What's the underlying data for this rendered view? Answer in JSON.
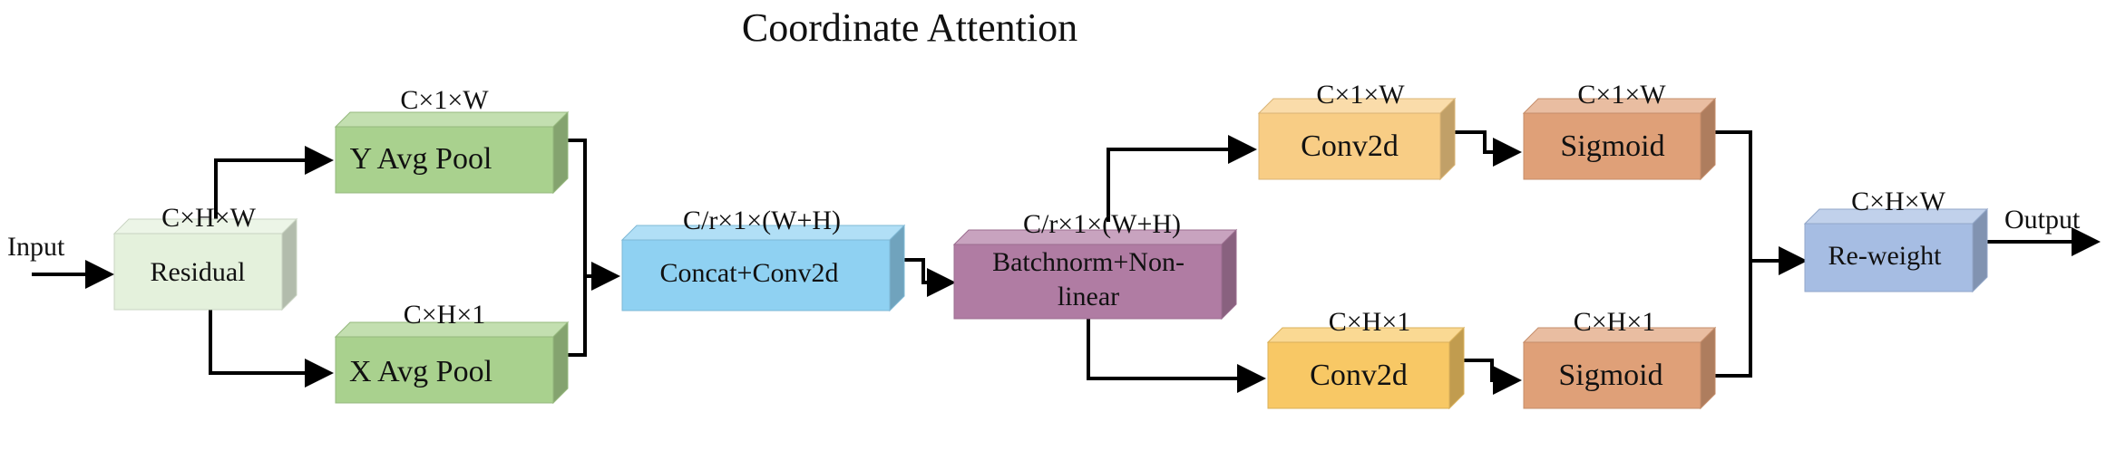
{
  "title": "Coordinate Attention",
  "input_label": "Input",
  "output_label": "Output",
  "blocks": {
    "residual": {
      "label": "Residual",
      "dims": "C×H×W",
      "color": "#e4f1dc"
    },
    "y_pool": {
      "label": "Y Avg Pool",
      "dims": "C×1×W",
      "color": "#a9d18e"
    },
    "x_pool": {
      "label": "X Avg Pool",
      "dims": "C×H×1",
      "color": "#a9d18e"
    },
    "concat": {
      "label": "Concat+Conv2d",
      "dims": "C/r×1×(W+H)",
      "color": "#8fd1f2"
    },
    "batchnorm": {
      "label1": "Batchnorm+Non-",
      "label2": "linear",
      "dims": "C/r×1×(W+H)",
      "color": "#b07ca3"
    },
    "conv_top": {
      "label": "Conv2d",
      "dims": "C×1×W",
      "color": "#f8cd85"
    },
    "sig_top": {
      "label": "Sigmoid",
      "dims": "C×1×W",
      "color": "#dfa078"
    },
    "conv_bot": {
      "label": "Conv2d",
      "dims": "C×H×1",
      "color": "#f8c865"
    },
    "sig_bot": {
      "label": "Sigmoid",
      "dims": "C×H×1",
      "color": "#dfa078"
    },
    "reweight": {
      "label": "Re-weight",
      "dims": "C×H×W",
      "color": "#a6bde3"
    }
  }
}
